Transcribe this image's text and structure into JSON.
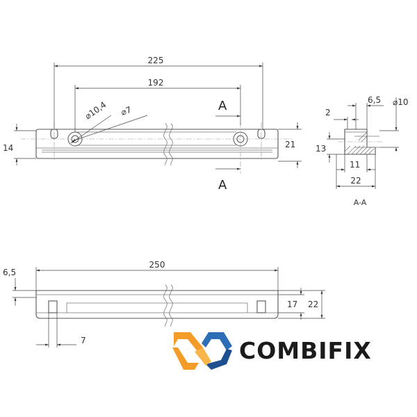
{
  "top_view": {
    "dim_overall_hole_span": "225",
    "dim_hole_span": "192",
    "dim_countersink": "⌀10,4",
    "dim_hole": "⌀7",
    "dim_height_left": "14",
    "dim_height_right": "21",
    "section_label_top": "A",
    "section_label_bottom": "A"
  },
  "section_view": {
    "dim_counterbore": "⌀10",
    "dim_top_right": "6,5",
    "dim_top_left": "2",
    "dim_height": "13",
    "dim_inner_width": "11",
    "dim_total_width": "22",
    "caption": "A-A"
  },
  "front_view": {
    "dim_length": "250",
    "dim_offset_left": "6,5",
    "dim_height_inner": "17",
    "dim_height_total": "22",
    "dim_slot_width": "7"
  },
  "logo": {
    "brand_name": "COMBIFIX",
    "colors": {
      "orange": "#f39c2a",
      "blue": "#2c6fb7",
      "dark_blue": "#1e4f8e"
    }
  }
}
